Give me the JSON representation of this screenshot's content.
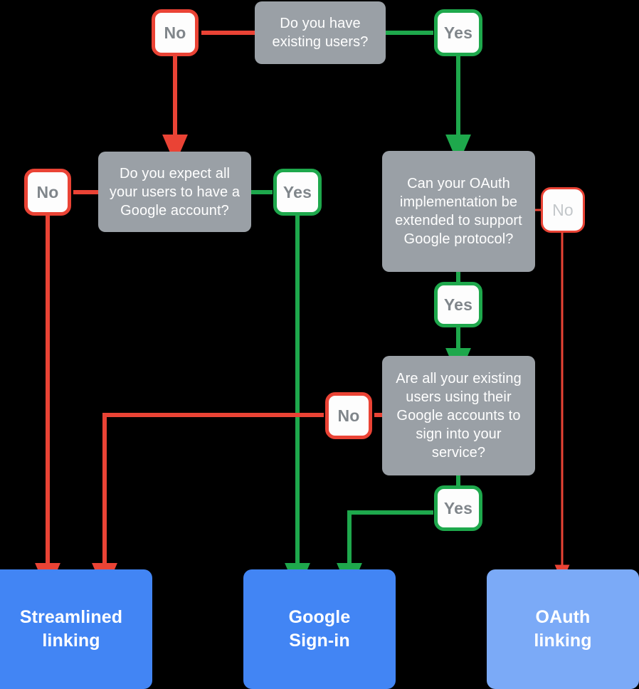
{
  "diagram": {
    "title": "Account linking decision flowchart",
    "background": "#000000",
    "colors": {
      "question_fill": "#9aa0a6",
      "badge_fill": "#fdfdfd",
      "no_edge": "#ea4335",
      "yes_edge": "#1ea84c",
      "outcome_primary": "#4285f4",
      "outcome_light": "#7baaf7",
      "badge_text": "#80868b",
      "badge_text_faint": "#c3c7ca",
      "question_text": "#ffffff"
    }
  },
  "questions": {
    "q1": "Do you have existing users?",
    "q2": "Do you expect all your users to have a Google account?",
    "q3": "Can your OAuth implementation be extended to support Google protocol?",
    "q4": "Are all your existing users using their Google accounts to sign into your service?"
  },
  "badges": {
    "q1_no": "No",
    "q1_yes": "Yes",
    "q2_no": "No",
    "q2_yes": "Yes",
    "q3_no": "No",
    "q3_yes": "Yes",
    "q4_no": "No",
    "q4_yes": "Yes"
  },
  "outcomes": {
    "streamlined_line1": "Streamlined",
    "streamlined_line2": "linking",
    "google_line1": "Google",
    "google_line2": "Sign-in",
    "oauth_line1": "OAuth",
    "oauth_line2": "linking"
  },
  "chart_data": {
    "type": "diagram",
    "nodes": [
      {
        "id": "q1",
        "kind": "question",
        "label": "Do you have existing users?"
      },
      {
        "id": "q2",
        "kind": "question",
        "label": "Do you expect all your users to have a Google account?"
      },
      {
        "id": "q3",
        "kind": "question",
        "label": "Can your OAuth implementation be extended to support Google protocol?"
      },
      {
        "id": "q4",
        "kind": "question",
        "label": "Are all your existing users using their Google accounts to sign into your service?"
      },
      {
        "id": "streamlined",
        "kind": "outcome",
        "label": "Streamlined linking"
      },
      {
        "id": "googlesignin",
        "kind": "outcome",
        "label": "Google Sign-in"
      },
      {
        "id": "oauth",
        "kind": "outcome",
        "label": "OAuth linking"
      }
    ],
    "edges": [
      {
        "from": "q1",
        "to": "q2",
        "label": "No",
        "color": "#ea4335"
      },
      {
        "from": "q1",
        "to": "q3",
        "label": "Yes",
        "color": "#1ea84c"
      },
      {
        "from": "q2",
        "to": "streamlined",
        "label": "No",
        "color": "#ea4335"
      },
      {
        "from": "q2",
        "to": "googlesignin",
        "label": "Yes",
        "color": "#1ea84c"
      },
      {
        "from": "q3",
        "to": "oauth",
        "label": "No",
        "color": "#ea4335"
      },
      {
        "from": "q3",
        "to": "q4",
        "label": "Yes",
        "color": "#1ea84c"
      },
      {
        "from": "q4",
        "to": "streamlined",
        "label": "No",
        "color": "#ea4335"
      },
      {
        "from": "q4",
        "to": "googlesignin",
        "label": "Yes",
        "color": "#1ea84c"
      }
    ]
  }
}
